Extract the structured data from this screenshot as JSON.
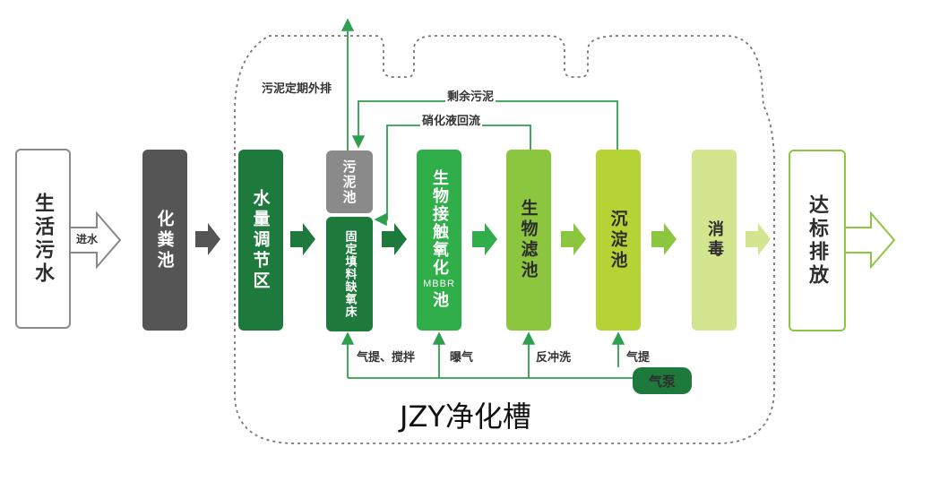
{
  "nodes": {
    "domestic_sewage": "生活污水",
    "inflow": "进水",
    "septic_tank": "化粪池",
    "equalization": "水量调节区",
    "sludge_tank": "污泥池",
    "anoxic": "固定填料缺氧床",
    "biocontact_top": "生物接触氧化",
    "biocontact_mbbr": "MBBR",
    "biocontact_bottom": "池",
    "biofilter": "生物滤池",
    "sedimentation": "沉淀池",
    "disinfection": "消毒",
    "discharge": "达标排放",
    "air_pump": "气泵"
  },
  "labels": {
    "sludge_discharge": "污泥定期外排",
    "excess_sludge": "剩余污泥",
    "nitrate_return": "硝化液回流",
    "air_lift_stir": "气提、搅拌",
    "aeration": "曝气",
    "backwash": "反冲洗",
    "air_lift": "气提"
  },
  "product_name": "JZY净化槽",
  "colors": {
    "septic_gray": "#555555",
    "sludge_gray": "#8a8a8a",
    "dark_green": "#1e7a3c",
    "mid_green": "#2fae4a",
    "lime_green": "#8cc63f",
    "light_lime": "#b5d334",
    "pale_lime": "#d4e58f",
    "line_green": "#2e9e4f",
    "dashed_border": "#777777"
  }
}
